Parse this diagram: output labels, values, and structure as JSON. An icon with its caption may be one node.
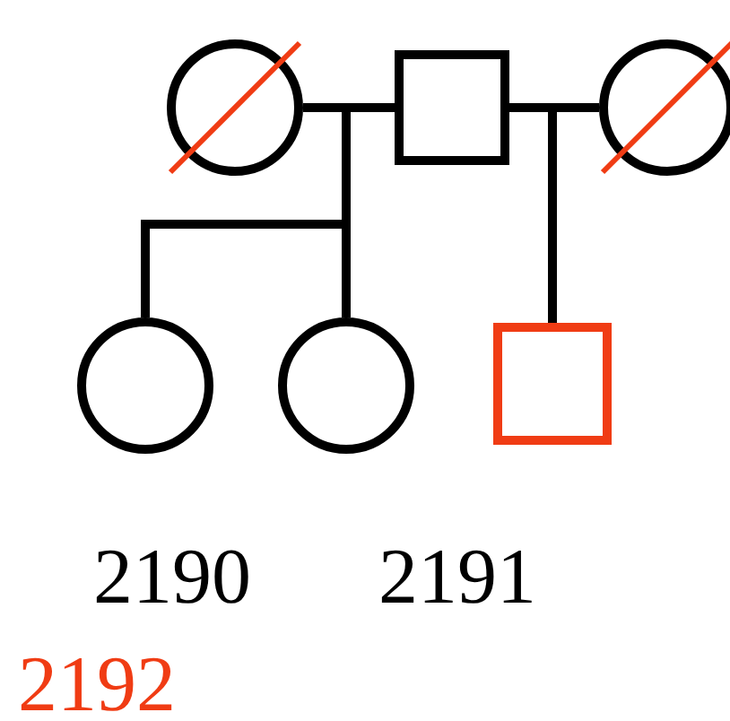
{
  "diagram": {
    "nodes": [
      {
        "text": [],
        "shape": "circle"
      },
      {
        "text": [],
        "shape": "box"
      },
      {
        "text": [],
        "shape": "circle"
      },
      {
        "text": [],
        "shape": "circle"
      },
      {
        "text": [],
        "shape": "circle"
      },
      {
        "text": [],
        "shape": "box"
      }
    ],
    "edges": [
      {
        "from": 0,
        "to": 1,
        "arrow": "none"
      },
      {
        "from": 1,
        "to": 2,
        "arrow": "none"
      },
      {
        "from": null,
        "to": 3,
        "arrow": "none"
      },
      {
        "from": null,
        "to": 4,
        "arrow": "none"
      },
      {
        "from": null,
        "to": 5,
        "arrow": "none"
      }
    ],
    "labels": [
      "2190",
      "2191",
      "2192"
    ]
  }
}
